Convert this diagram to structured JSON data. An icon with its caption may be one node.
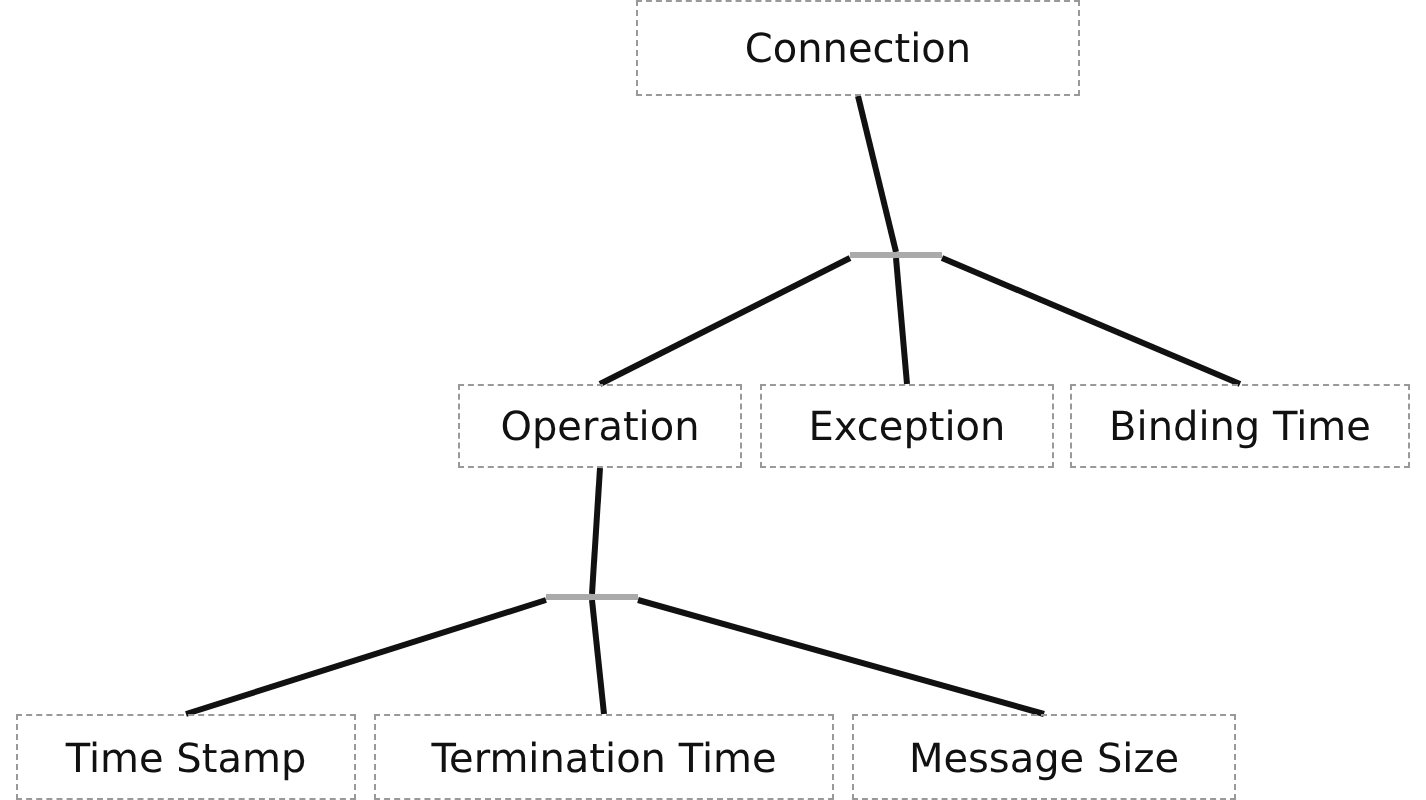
{
  "diagram": {
    "nodes": [
      {
        "text": [
          "Connection"
        ]
      },
      {
        "text": [],
        "shape": "bar"
      },
      {
        "text": [
          "Operation"
        ]
      },
      {
        "text": [
          "Exception"
        ]
      },
      {
        "text": [
          "Binding Time"
        ]
      },
      {
        "text": [],
        "shape": "bar"
      },
      {
        "text": [
          "Time Stamp"
        ]
      },
      {
        "text": [
          "Termination Time"
        ]
      },
      {
        "text": [
          "Message Size"
        ]
      }
    ],
    "edges": [
      {
        "from": 0,
        "to": 1,
        "arrow": "none"
      },
      {
        "from": 1,
        "to": 2,
        "arrow": "none"
      },
      {
        "from": 1,
        "to": 3,
        "arrow": "none"
      },
      {
        "from": 1,
        "to": 4,
        "arrow": "none"
      },
      {
        "from": 2,
        "to": 5,
        "arrow": "none"
      },
      {
        "from": 5,
        "to": 6,
        "arrow": "none"
      },
      {
        "from": 5,
        "to": 7,
        "arrow": "none"
      },
      {
        "from": 5,
        "to": 8,
        "arrow": "none"
      }
    ]
  }
}
